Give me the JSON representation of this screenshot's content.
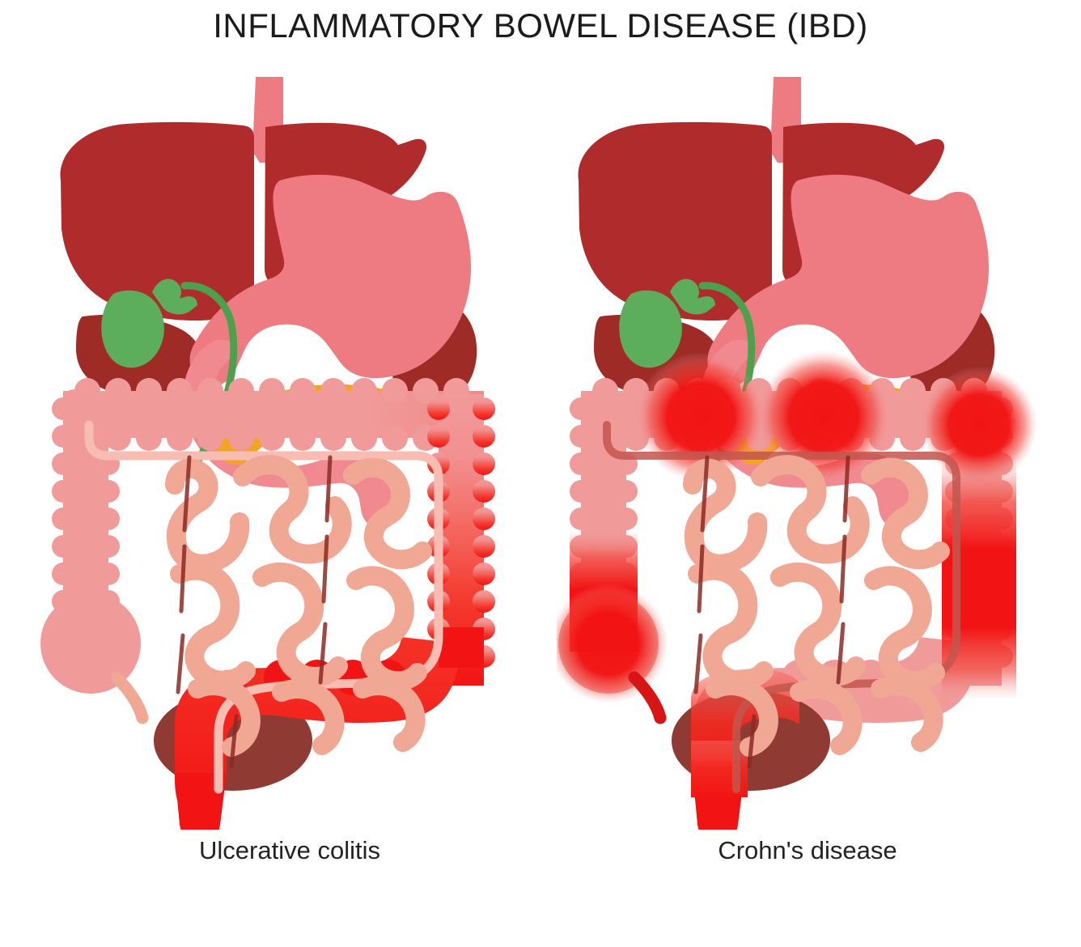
{
  "title": "INFLAMMATORY BOWEL DISEASE (IBD)",
  "panels": [
    {
      "id": "ulcerative-colitis",
      "caption": "Ulcerative colitis",
      "inflammation_pattern": "continuous",
      "inflamed_regions": [
        "rectum",
        "sigmoid colon",
        "descending colon"
      ]
    },
    {
      "id": "crohns-disease",
      "caption": "Crohn's disease",
      "inflammation_pattern": "patchy skip lesions",
      "inflamed_regions": [
        "terminal ileum",
        "cecum",
        "ascending colon",
        "hepatic flexure",
        "splenic flexure",
        "descending colon",
        "rectum"
      ]
    }
  ],
  "organs": [
    "esophagus",
    "liver",
    "gallbladder",
    "bile duct",
    "stomach",
    "pancreas",
    "duodenum",
    "spleen",
    "small intestine",
    "ascending colon",
    "transverse colon",
    "descending colon",
    "sigmoid colon",
    "rectum",
    "appendix",
    "cecum",
    "bladder"
  ],
  "colors": {
    "background": "#ffffff",
    "title_text": "#1b1b1b",
    "caption_text": "#232323",
    "liver": "#b02c2c",
    "spleen": "#9e2b26",
    "bladder": "#8f3b33",
    "gallbladder": "#5cad5c",
    "bile_duct": "#4da14d",
    "stomach": "#ef7b82",
    "esophagus": "#ef7b82",
    "duodenum": "#f08a90",
    "pancreas": "#f2a424",
    "small_intestine": "#f0a894",
    "colon": "#f19a9a",
    "colon_lumen": "#f7bdb2",
    "mesentery_line": "#8c2a24",
    "inflammation": "#f21414",
    "inflammation_deep": "#e00c0c"
  }
}
